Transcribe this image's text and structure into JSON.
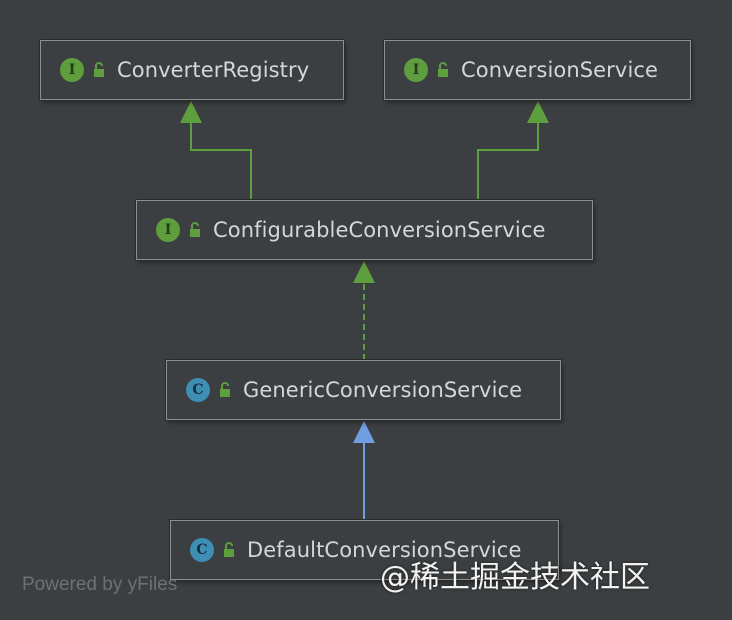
{
  "diagram": {
    "nodes": [
      {
        "id": "converter_registry",
        "kind": "interface",
        "badge": "I",
        "label": "ConverterRegistry"
      },
      {
        "id": "conversion_service",
        "kind": "interface",
        "badge": "I",
        "label": "ConversionService"
      },
      {
        "id": "configurable_conversion_service",
        "kind": "interface",
        "badge": "I",
        "label": "ConfigurableConversionService"
      },
      {
        "id": "generic_conversion_service",
        "kind": "class",
        "badge": "C",
        "label": "GenericConversionService"
      },
      {
        "id": "default_conversion_service",
        "kind": "class",
        "badge": "C",
        "label": "DefaultConversionService"
      }
    ],
    "edges": [
      {
        "from": "configurable_conversion_service",
        "to": "converter_registry",
        "type": "extends"
      },
      {
        "from": "configurable_conversion_service",
        "to": "conversion_service",
        "type": "extends"
      },
      {
        "from": "generic_conversion_service",
        "to": "configurable_conversion_service",
        "type": "implements"
      },
      {
        "from": "default_conversion_service",
        "to": "generic_conversion_service",
        "type": "extends-class"
      }
    ],
    "colors": {
      "background": "#3c3f41",
      "interface_edge": "#5f9e3f",
      "class_edge": "#6f9fe0",
      "interface_badge": "#5f9e3f",
      "class_badge": "#3f8fb5"
    }
  },
  "footer": {
    "credit": "Powered by yFiles"
  },
  "watermark": {
    "text": "@稀土掘金技术社区"
  }
}
